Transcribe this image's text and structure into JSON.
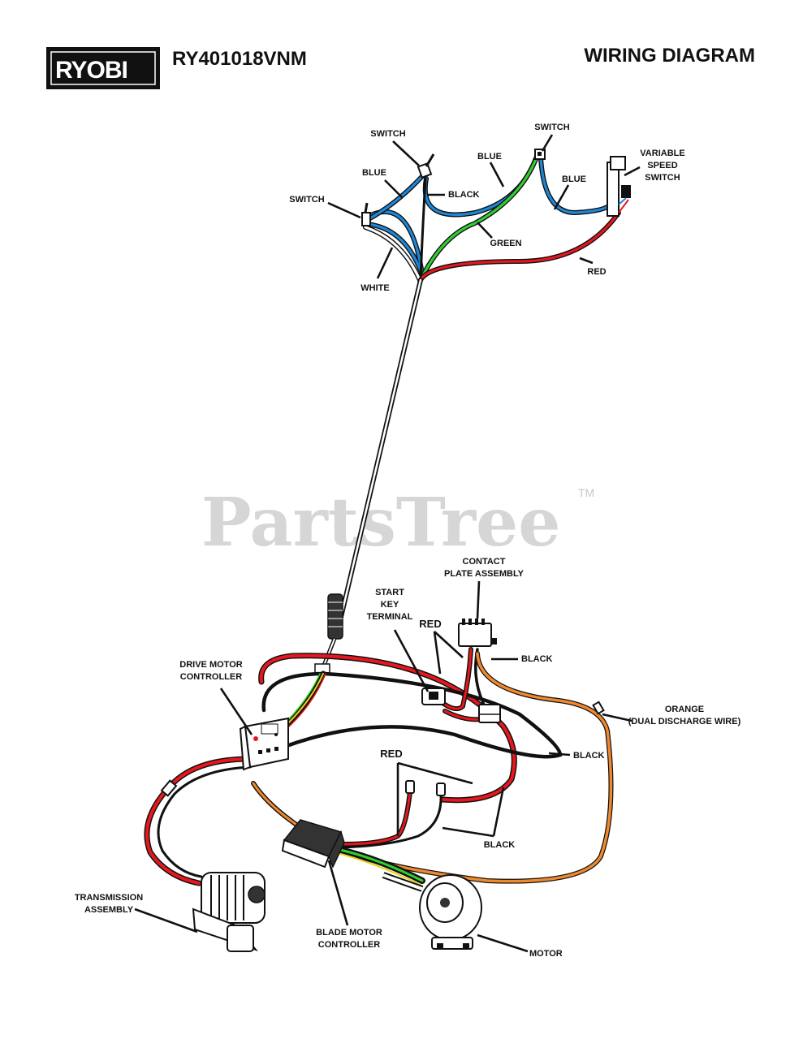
{
  "header": {
    "brand": "RYOBI",
    "model": "RY401018VNM",
    "section_title": "WIRING DIAGRAM"
  },
  "watermark": {
    "text": "PartsTree",
    "tm": "TM"
  },
  "labels": {
    "switch_top": "SWITCH",
    "switch_right": "SWITCH",
    "switch_left": "SWITCH",
    "blue_left": "BLUE",
    "blue_mid": "BLUE",
    "blue_right": "BLUE",
    "black_top": "BLACK",
    "green": "GREEN",
    "white": "WHITE",
    "red_top": "RED",
    "variable_speed_switch": [
      "VARIABLE",
      "SPEED",
      "SWITCH"
    ],
    "contact_plate": [
      "CONTACT",
      "PLATE ASSEMBLY"
    ],
    "start_key_terminal": [
      "START",
      "KEY",
      "TERMINAL"
    ],
    "red_start": "RED",
    "black_contact": "BLACK",
    "drive_motor_controller": [
      "DRIVE MOTOR",
      "CONTROLLER"
    ],
    "orange": [
      "ORANGE",
      "(DUAL DISCHARGE WIRE)"
    ],
    "black_right": "BLACK",
    "red_mid": "RED",
    "black_bottom": "BLACK",
    "transmission_assembly": [
      "TRANSMISSION",
      "ASSEMBLY"
    ],
    "blade_motor_controller": [
      "BLADE MOTOR",
      "CONTROLLER"
    ],
    "motor": "MOTOR"
  },
  "wire_colors": {
    "blue": "#1e88d8",
    "green": "#33cc33",
    "red": "#e8171d",
    "black": "#111111",
    "orange": "#f0892e",
    "white": "#ffffff",
    "yellow": "#e8d21a"
  }
}
